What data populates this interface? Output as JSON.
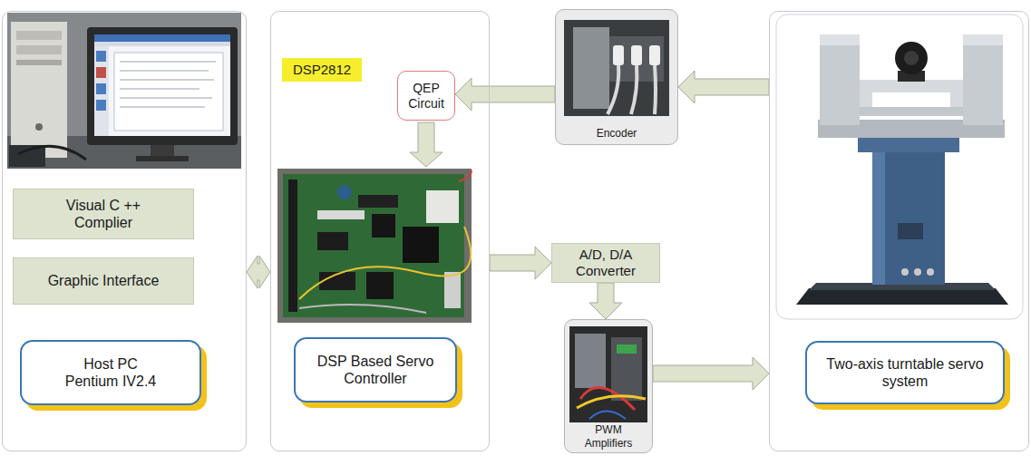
{
  "diagram": {
    "nodes": [
      {
        "text": []
      },
      {
        "text": [
          "Visual C ++ Complier"
        ],
        "in": 0
      },
      {
        "text": [
          "Graphic Interface"
        ],
        "in": 0
      },
      {
        "text": [
          "Host PC Pentium IV2.4"
        ],
        "in": 0
      },
      {
        "text": []
      },
      {
        "text": [
          "DSP2812"
        ],
        "in": 4
      },
      {
        "text": [
          "QEP Circuit"
        ],
        "in": 4
      },
      {
        "text": [
          "DSP Based Servo Controller"
        ],
        "in": 4
      },
      {
        "text": [
          "Encoder"
        ]
      },
      {
        "text": [
          "A/D, D/A Converter"
        ]
      },
      {
        "text": [
          "PWM Amplifiers"
        ]
      },
      {
        "text": []
      },
      {
        "text": [
          "Two-axis turntable servo system"
        ],
        "in": 11
      }
    ],
    "edges": [
      {
        "from": 0,
        "to": 4,
        "arrow": "both"
      },
      {
        "from": 11,
        "to": 8,
        "arrow": "to"
      },
      {
        "from": 8,
        "to": 6,
        "arrow": "to"
      },
      {
        "from": 4,
        "to": 9,
        "arrow": "to"
      },
      {
        "from": 9,
        "to": 10,
        "arrow": "to"
      },
      {
        "from": 10,
        "to": 11,
        "arrow": "to"
      }
    ]
  }
}
